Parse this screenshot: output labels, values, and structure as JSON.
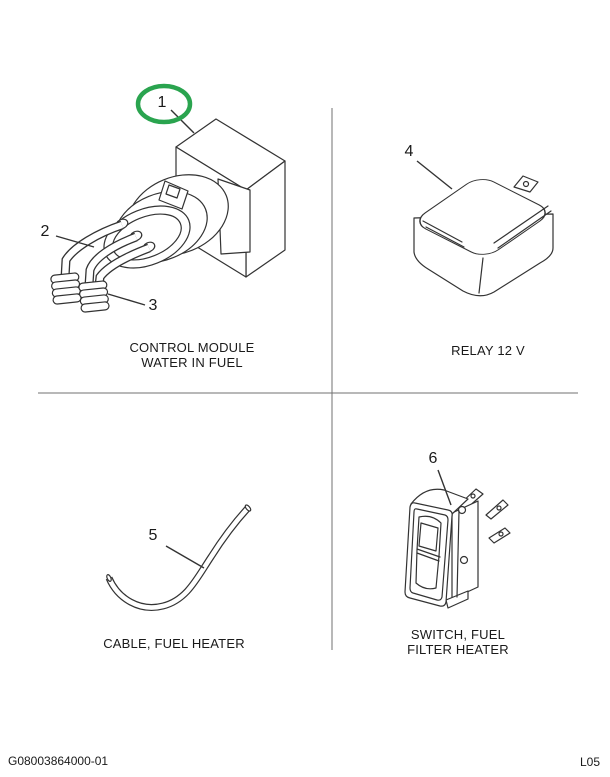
{
  "document": {
    "figure_number": "G08003864000-01",
    "page_code": "L05"
  },
  "colors": {
    "highlight": "#2aa44f",
    "line": "#333333",
    "divider": "#707070",
    "label": "#1a1a1a"
  },
  "callouts": [
    {
      "number": "1",
      "highlighted": true
    },
    {
      "number": "2",
      "highlighted": false
    },
    {
      "number": "3",
      "highlighted": false
    },
    {
      "number": "4",
      "highlighted": false
    },
    {
      "number": "5",
      "highlighted": false
    },
    {
      "number": "6",
      "highlighted": false
    }
  ],
  "parts": [
    {
      "id": "control-module-water-in-fuel",
      "label_lines": [
        "CONTROL MODULE",
        "WATER IN FUEL"
      ],
      "callout_numbers": [
        "1",
        "2",
        "3"
      ]
    },
    {
      "id": "relay-12v",
      "label_lines": [
        "RELAY 12 V"
      ],
      "callout_numbers": [
        "4"
      ]
    },
    {
      "id": "cable-fuel-heater",
      "label_lines": [
        "CABLE, FUEL HEATER"
      ],
      "callout_numbers": [
        "5"
      ]
    },
    {
      "id": "switch-fuel-filter-heater",
      "label_lines": [
        "SWITCH, FUEL",
        "FILTER HEATER"
      ],
      "callout_numbers": [
        "6"
      ]
    }
  ]
}
